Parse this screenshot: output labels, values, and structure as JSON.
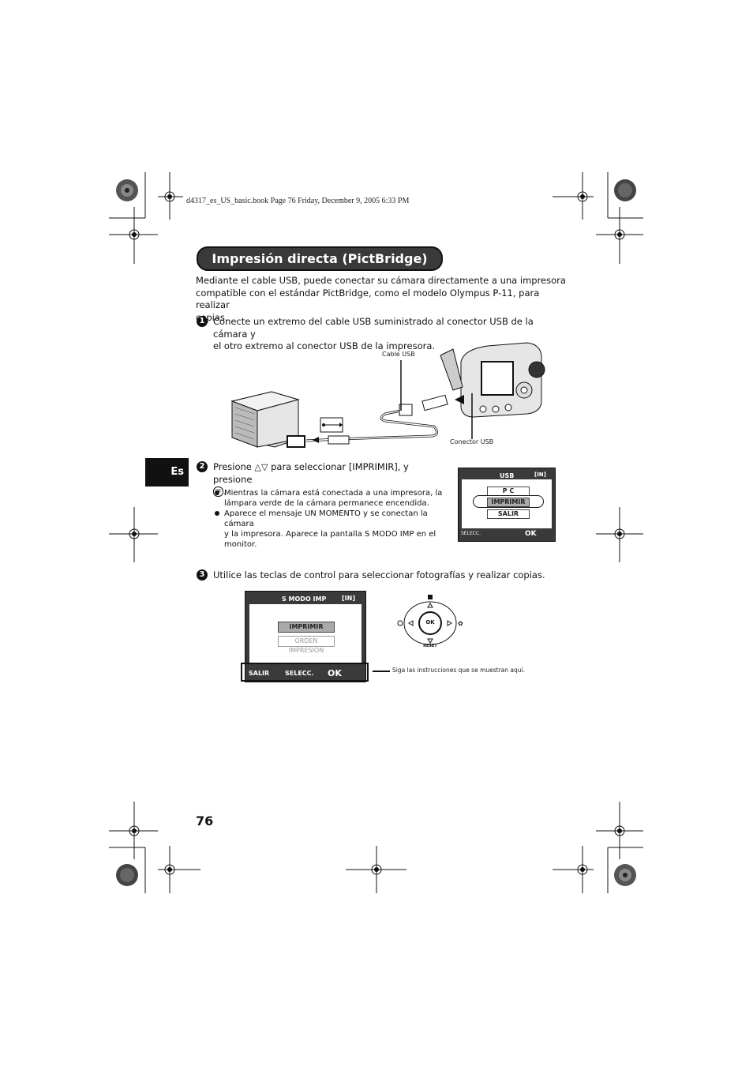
{
  "header": {
    "file_line": "d4317_es_US_basic.book  Page 76  Friday, December 9, 2005  6:33 PM"
  },
  "section": {
    "title": "Impresión directa (PictBridge)"
  },
  "intro": {
    "line1": "Mediante el cable USB, puede conectar su cámara directamente a una impresora",
    "line2": "compatible con el estándar PictBridge, como el modelo Olympus P-11, para realizar",
    "line3": "copias."
  },
  "step1": {
    "num": "1",
    "line1": "Conecte un extremo del cable USB suministrado al conector USB de la cámara y",
    "line2": "el otro extremo al conector USB de la impresora."
  },
  "figure1": {
    "cable_label": "Cable USB",
    "connector_label": "Conector USB"
  },
  "lang_tab": "Es",
  "step2": {
    "num": "2",
    "line1_a": "Presione",
    "line1_b": "para seleccionar [IMPRIMIR], y presione",
    "bullets": [
      {
        "l1": "Mientras la cámara está conectada a una impresora, la",
        "l2": "lámpara verde de la cámara permanece encendida."
      },
      {
        "l1": "Aparece el mensaje UN MOMENTO y se conectan la cámara",
        "l2": "y la impresora. Aparece la pantalla S MODO IMP en el",
        "l3": "monitor."
      }
    ]
  },
  "lcd_usb": {
    "title": "USB",
    "mem": "[IN]",
    "options": [
      "P  C",
      "IMPRIMIR",
      "SALIR"
    ],
    "footer_left": "SELECC.",
    "footer_ok": "OK"
  },
  "step3": {
    "num": "3",
    "text": "Utilice las teclas de control para seleccionar fotografías y realizar copias."
  },
  "lcd_print": {
    "title": "S MODO IMP",
    "mem": "[IN]",
    "options": [
      "IMPRIMIR",
      "ORDEN IMPRESIÓN"
    ],
    "footer_exit": "SALIR",
    "footer_select": "SELECC.",
    "footer_ok": "OK"
  },
  "dpad": {
    "center": "OK",
    "bottom": "RESET"
  },
  "figure3": {
    "note": "Siga las instrucciones que se muestran aquí."
  },
  "page_number": "76"
}
